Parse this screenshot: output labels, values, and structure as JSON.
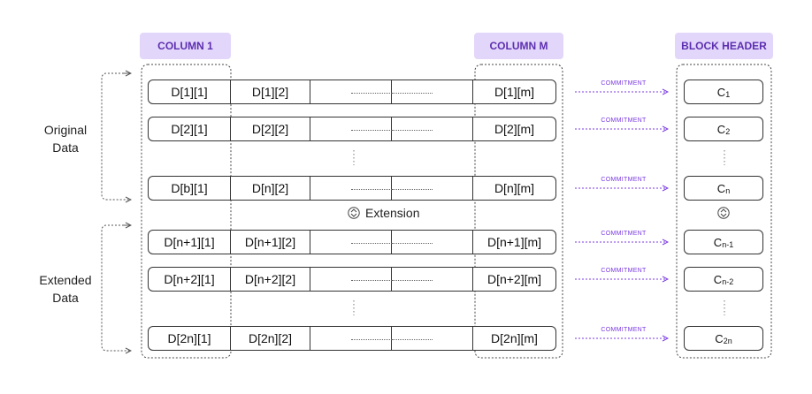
{
  "headers": {
    "column_1": "COLUMN 1",
    "column_m": "COLUMN M",
    "block_header": "BLOCK HEADER"
  },
  "groups": {
    "original_line1": "Original",
    "original_line2": "Data",
    "extended_line1": "Extended",
    "extended_line2": "Data"
  },
  "extension_label": "Extension",
  "commitment_label": "COMMITMENT",
  "rows": [
    {
      "first": "D[1][1]",
      "second": "D[1][2]",
      "last": "D[1][m]",
      "commitment": "C",
      "sub": "1"
    },
    {
      "first": "D[2][1]",
      "second": "D[2][2]",
      "last": "D[2][m]",
      "commitment": "C",
      "sub": "2"
    },
    {
      "first": "D[b][1]",
      "second": "D[n][2]",
      "last": "D[n][m]",
      "commitment": "C",
      "sub": "n"
    },
    {
      "first": "D[n+1][1]",
      "second": "D[n+1][2]",
      "last": "D[n+1][m]",
      "commitment": "C",
      "sub": "n-1"
    },
    {
      "first": "D[n+2][1]",
      "second": "D[n+2][2]",
      "last": "D[n+2][m]",
      "commitment": "C",
      "sub": "n-2"
    },
    {
      "first": "D[2n][1]",
      "second": "D[2n][2]",
      "last": "D[2n][m]",
      "commitment": "C",
      "sub": "2n"
    }
  ],
  "colors": {
    "accent": "#7a3ae0",
    "header_bg": "#e3d6fb",
    "header_text": "#5c2fb0",
    "border": "#333333"
  }
}
